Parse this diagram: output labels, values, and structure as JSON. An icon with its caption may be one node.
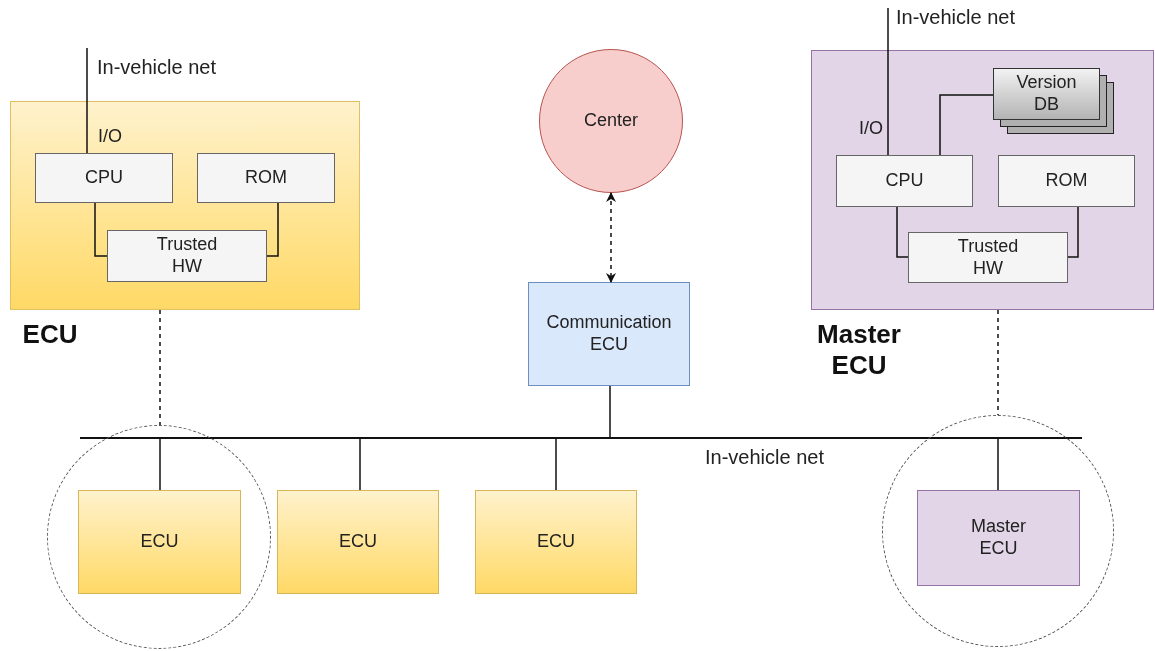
{
  "diagram": {
    "nodes": [
      {
        "text": [
          "ECU"
        ]
      },
      {
        "text": [
          "CPU"
        ],
        "in": 0,
        "beside": [
          "I/O"
        ]
      },
      {
        "text": [
          "ROM"
        ],
        "in": 0
      },
      {
        "text": [
          "Trusted HW"
        ],
        "in": 0
      },
      {
        "text": [
          "Master ECU"
        ]
      },
      {
        "text": [
          "Version DB"
        ],
        "in": 4
      },
      {
        "text": [
          "CPU"
        ],
        "in": 4,
        "beside": [
          "I/O"
        ]
      },
      {
        "text": [
          "ROM"
        ],
        "in": 4
      },
      {
        "text": [
          "Trusted HW"
        ],
        "in": 4
      },
      {
        "text": [
          "Center"
        ]
      },
      {
        "text": [
          "Communication ECU"
        ]
      },
      {
        "text": [],
        "shape": "bar",
        "beside": [
          "In-vehicle net"
        ]
      },
      {
        "text": [],
        "shape": "circle"
      },
      {
        "text": [
          "ECU"
        ],
        "in": 12
      },
      {
        "text": [
          "ECU"
        ]
      },
      {
        "text": [
          "ECU"
        ]
      },
      {
        "text": [],
        "shape": "circle"
      },
      {
        "text": [
          "Master ECU"
        ],
        "in": 16
      }
    ],
    "edges": [
      {
        "from": null,
        "to": 1,
        "arrow": "none",
        "label": "In-vehicle net"
      },
      {
        "from": 1,
        "to": 3,
        "arrow": "none"
      },
      {
        "from": 2,
        "to": 3,
        "arrow": "none"
      },
      {
        "from": null,
        "to": 6,
        "arrow": "none",
        "label": "In-vehicle net"
      },
      {
        "from": 6,
        "to": 5,
        "arrow": "none"
      },
      {
        "from": 6,
        "to": 8,
        "arrow": "none"
      },
      {
        "from": 7,
        "to": 8,
        "arrow": "none"
      },
      {
        "from": 9,
        "to": 10,
        "arrow": "both",
        "style": "dashed"
      },
      {
        "from": 10,
        "to": 11,
        "arrow": "none"
      },
      {
        "from": 11,
        "to": 13,
        "arrow": "none"
      },
      {
        "from": 11,
        "to": 14,
        "arrow": "none"
      },
      {
        "from": 11,
        "to": 15,
        "arrow": "none"
      },
      {
        "from": 11,
        "to": 17,
        "arrow": "none"
      },
      {
        "from": 0,
        "to": 12,
        "arrow": "none",
        "style": "dashed"
      },
      {
        "from": 4,
        "to": 16,
        "arrow": "none",
        "style": "dashed"
      }
    ]
  }
}
